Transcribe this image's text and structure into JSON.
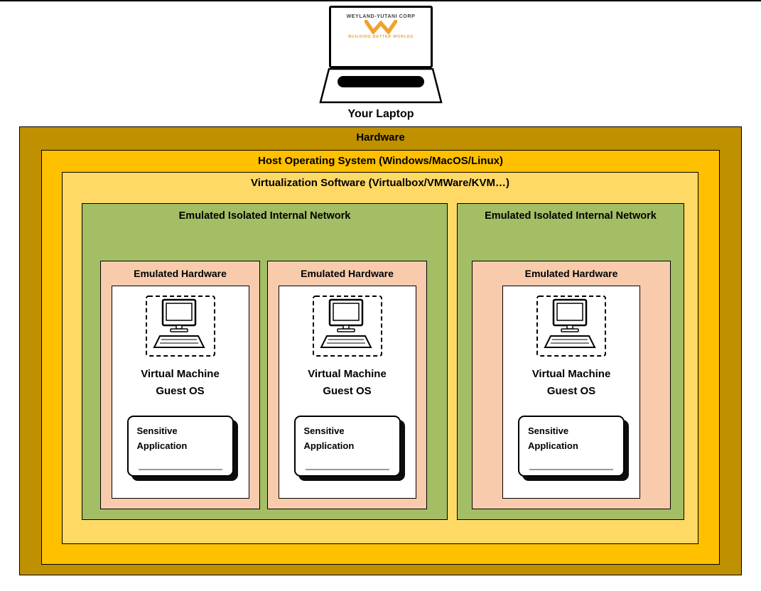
{
  "laptop": {
    "label": "Your Laptop",
    "logo": {
      "company": "WEYLAND-YUTANI CORP",
      "tagline": "BUILDING BETTER WORLDS"
    }
  },
  "layers": {
    "hardware": "Hardware",
    "host_os": "Host Operating System (Windows/MacOS/Linux)",
    "virtualization": "Virtualization Software (Virtualbox/VMWare/KVM…)"
  },
  "networks": [
    {
      "label": "Emulated Isolated Internal Network",
      "vms": [
        {
          "hardware": "Emulated Hardware",
          "guest": "Virtual Machine\nGuest OS",
          "app": "Sensitive Application"
        },
        {
          "hardware": "Emulated Hardware",
          "guest": "Virtual Machine\nGuest OS",
          "app": "Sensitive Application"
        }
      ]
    },
    {
      "label": "Emulated Isolated Internal Network",
      "vms": [
        {
          "hardware": "Emulated Hardware",
          "guest": "Virtual Machine\nGuest OS",
          "app": "Sensitive Application"
        }
      ]
    }
  ],
  "colors": {
    "hardware": "#BF9000",
    "host_os": "#FFC000",
    "virtualization": "#FFD966",
    "network": "#A3BE65",
    "emulated_hw": "#F8CBAD",
    "logo_accent": "#EFA32F"
  }
}
